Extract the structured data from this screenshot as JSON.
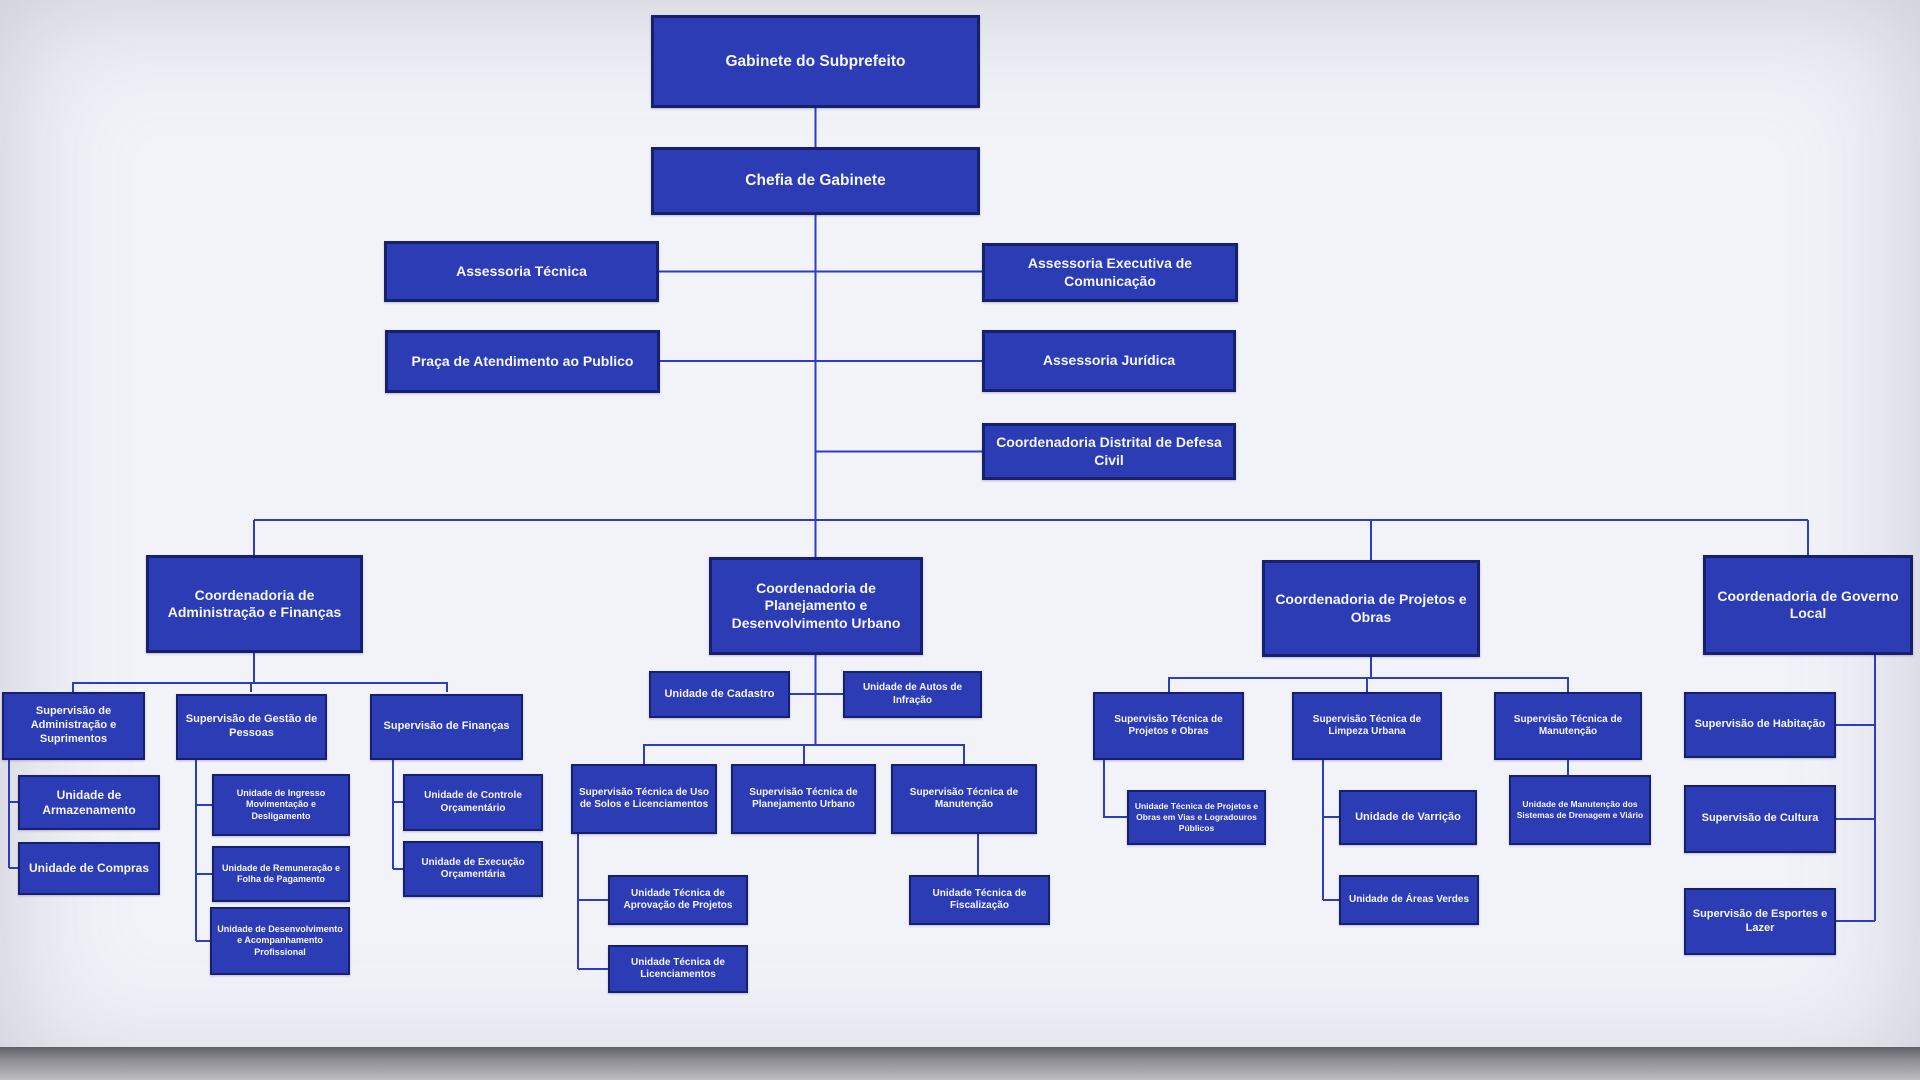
{
  "colors": {
    "background": "#f2f2f9",
    "box_fill": "#2b3cb5",
    "box_border": "#16206b",
    "line": "#2e3cc2",
    "text": "#f5f6ff",
    "bottom_bar": "#6b6b71"
  },
  "nodes": {
    "gabinete": {
      "label": "Gabinete do Subprefeito"
    },
    "chefia": {
      "label": "Chefia de Gabinete"
    },
    "assessoria_tecnica": {
      "label": "Assessoria Técnica"
    },
    "assessoria_comunicacao": {
      "label": "Assessoria Executiva de Comunicação"
    },
    "praca_atendimento": {
      "label": "Praça de Atendimento ao Publico"
    },
    "assessoria_juridica": {
      "label": "Assessoria Jurídica"
    },
    "defesa_civil": {
      "label": "Coordenadoria Distrital de Defesa Civil"
    },
    "coord_admin_financas": {
      "label": "Coordenadoria de Administração e Finanças"
    },
    "coord_planejamento": {
      "label": "Coordenadoria de Planejamento e Desenvolvimento Urbano"
    },
    "coord_projetos_obras": {
      "label": "Coordenadoria de Projetos e Obras"
    },
    "coord_governo_local": {
      "label": "Coordenadoria de Governo Local"
    },
    "sup_admin_suprimentos": {
      "label": "Supervisão de Administração e Suprimentos"
    },
    "un_armazenamento": {
      "label": "Unidade de Armazenamento"
    },
    "un_compras": {
      "label": "Unidade de Compras"
    },
    "sup_gestao_pessoas": {
      "label": "Supervisão de Gestão de Pessoas"
    },
    "un_ingresso": {
      "label": "Unidade de Ingresso Movimentação e Desligamento"
    },
    "un_remuneracao": {
      "label": "Unidade de Remuneração e Folha de Pagamento"
    },
    "un_desenvolvimento": {
      "label": "Unidade de Desenvolvimento e Acompanhamento Profissional"
    },
    "sup_financas": {
      "label": "Supervisão de Finanças"
    },
    "un_controle_orcamentario": {
      "label": "Unidade de Controle Orçamentário"
    },
    "un_execucao_orcamentaria": {
      "label": "Unidade de Execução Orçamentária"
    },
    "un_cadastro": {
      "label": "Unidade de Cadastro"
    },
    "un_autos_infracao": {
      "label": "Unidade de Autos de Infração"
    },
    "sup_uso_solos": {
      "label": "Supervisão Técnica de Uso de Solos e Licenciamentos"
    },
    "sup_planejamento_urbano": {
      "label": "Supervisão Técnica de Planejamento Urbano"
    },
    "sup_manutencao_pdu": {
      "label": "Supervisão Técnica de Manutenção"
    },
    "un_aprovacao_projetos": {
      "label": "Unidade Técnica de Aprovação de Projetos"
    },
    "un_licenciamentos": {
      "label": "Unidade Técnica de Licenciamentos"
    },
    "un_fiscalizacao": {
      "label": "Unidade Técnica de Fiscalização"
    },
    "sup_projetos_obras": {
      "label": "Supervisão Técnica de Projetos e Obras"
    },
    "sup_limpeza_urbana": {
      "label": "Supervisão Técnica de Limpeza Urbana"
    },
    "sup_manutencao_po": {
      "label": "Supervisão Técnica de Manutenção"
    },
    "un_vias_logradouros": {
      "label": "Unidade Técnica de Projetos e Obras em Vias e Logradouros Públicos"
    },
    "un_varricao": {
      "label": "Unidade de Varrição"
    },
    "un_areas_verdes": {
      "label": "Unidade de Áreas Verdes"
    },
    "un_drenagem_viario": {
      "label": "Unidade de Manutenção dos Sistemas de Drenagem e Viário"
    },
    "sup_habitacao": {
      "label": "Supervisão de Habitação"
    },
    "sup_cultura": {
      "label": "Supervisão de Cultura"
    },
    "sup_esportes_lazer": {
      "label": "Supervisão de Esportes e Lazer"
    }
  }
}
